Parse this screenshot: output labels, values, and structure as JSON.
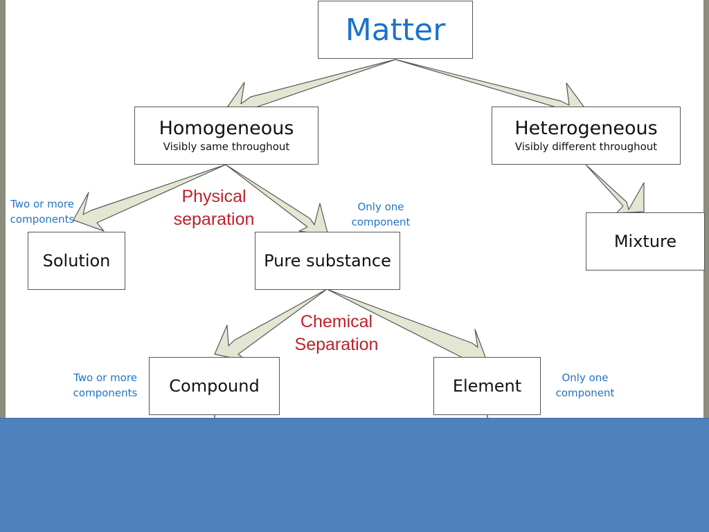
{
  "nodes": {
    "matter": {
      "title": "Matter"
    },
    "homogeneous": {
      "title": "Homogeneous",
      "subtitle": "Visibly same throughout"
    },
    "heterogeneous": {
      "title": "Heterogeneous",
      "subtitle": "Visibly different throughout"
    },
    "solution": {
      "title": "Solution"
    },
    "pure_substance": {
      "title": "Pure substance"
    },
    "mixture": {
      "title": "Mixture"
    },
    "compound": {
      "title": "Compound"
    },
    "element": {
      "title": "Element"
    }
  },
  "notes": {
    "solution_components": [
      "Two or more",
      "components"
    ],
    "pure_components": [
      "Only one",
      "component"
    ],
    "compound_components": [
      "Two or more",
      "components"
    ],
    "element_components": [
      "Only one",
      "component"
    ]
  },
  "separations": {
    "physical": [
      "Physical",
      "separation"
    ],
    "chemical": [
      "Chemical",
      "Separation"
    ]
  },
  "colors": {
    "title_blue": "#1a73c8",
    "note_blue": "#1f73c4",
    "separation_red": "#c0202a",
    "arrow_fill": "#e3e6d2",
    "footer_blue": "#4f81bd"
  }
}
